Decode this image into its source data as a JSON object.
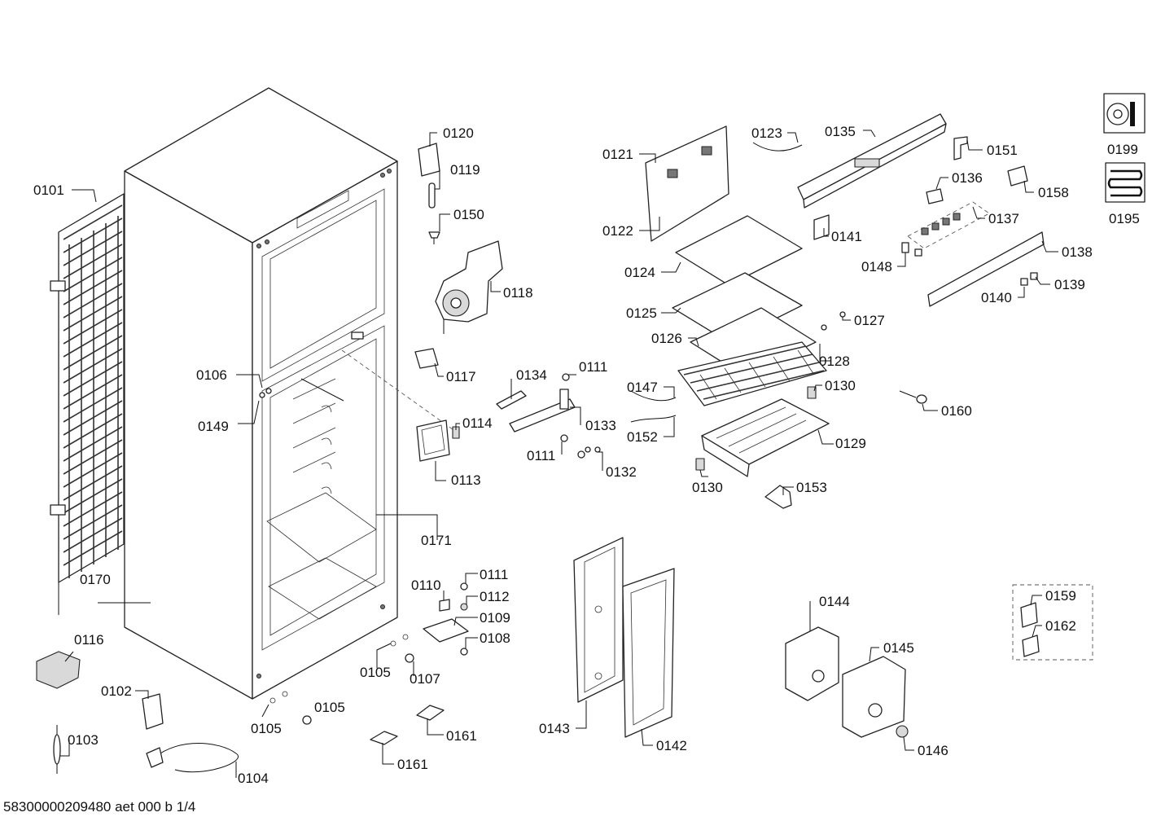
{
  "document_code": "58300000209480 aet 000 b 1/4",
  "callouts": [
    "0101",
    "0170",
    "0116",
    "0102",
    "0103",
    "0104",
    "0105",
    "0105",
    "0106",
    "0149",
    "0105",
    "0120",
    "0119",
    "0150",
    "0118",
    "0117",
    "0114",
    "0113",
    "0171",
    "0134",
    "0111",
    "0133",
    "0111",
    "0132",
    "0110",
    "0111",
    "0112",
    "0109",
    "0108",
    "0105",
    "0107",
    "0161",
    "0161",
    "0121",
    "0122",
    "0123",
    "0135",
    "0124",
    "0125",
    "0126",
    "0128",
    "0127",
    "0147",
    "0152",
    "0130",
    "0129",
    "0130",
    "0153",
    "0151",
    "0136",
    "0158",
    "0137",
    "0141",
    "0148",
    "0138",
    "0139",
    "0140",
    "0160",
    "0143",
    "0142",
    "0144",
    "0145",
    "0146",
    "0159",
    "0162",
    "0199",
    "0195"
  ]
}
